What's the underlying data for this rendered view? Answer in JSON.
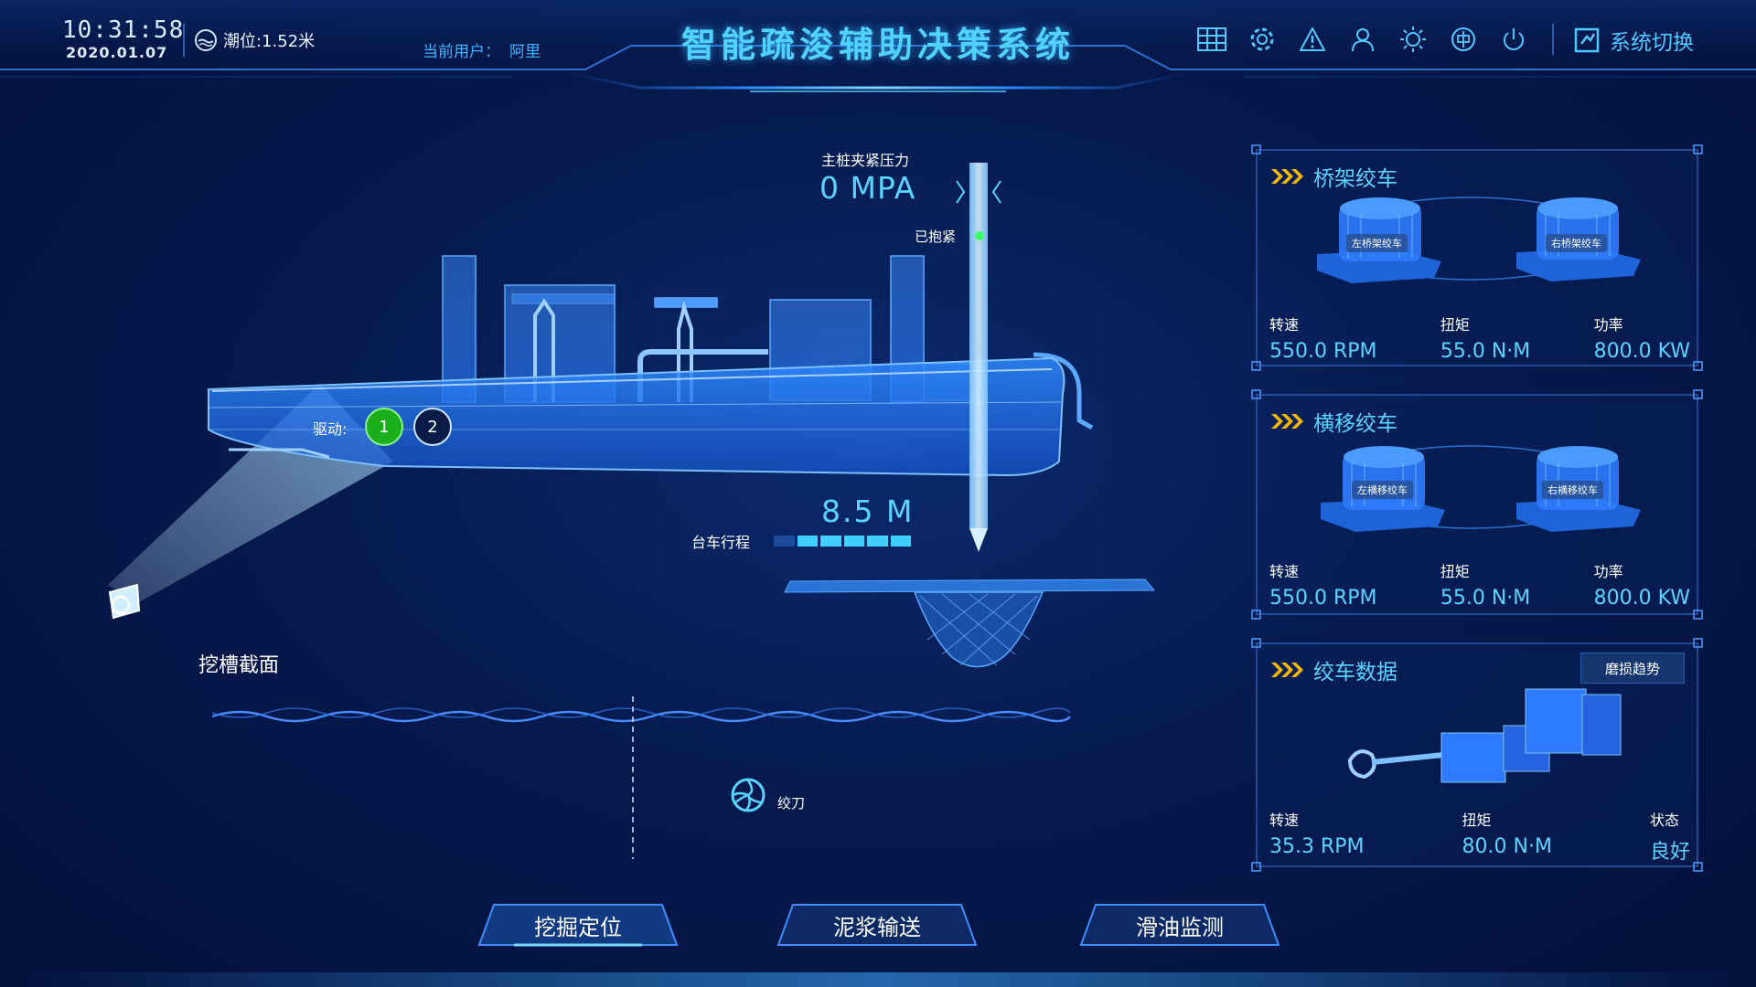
{
  "header": {
    "time": "10:31:58",
    "date": "2020.01.07",
    "tide": "潮位:1.52米",
    "user_label": "当前用户：",
    "user_name": "阿里",
    "title": "智能疏浚辅助决策系统",
    "switch_label": "系统切换"
  },
  "scene": {
    "pile_pressure_label": "主桩夹紧压力",
    "pile_pressure_value": "0 MPA",
    "clamp_status": "已抱紧",
    "drive_label": "驱动:",
    "drive_1": "1",
    "drive_2": "2",
    "trolley_label": "台车行程",
    "trolley_value": "8.5 M",
    "trolley_progress": 0.78,
    "section_title": "挖槽截面",
    "cutter_label": "绞刀"
  },
  "nav": {
    "btn1": "挖掘定位",
    "btn2": "泥浆输送",
    "btn3": "滑油监测"
  },
  "panels": {
    "bridge_winch": {
      "title": "桥架绞车",
      "left_tag": "左桥架绞车",
      "right_tag": "右桥架绞车",
      "speed_label": "转速",
      "speed_value": "550.0 RPM",
      "torque_label": "扭矩",
      "torque_value": "55.0 N·M",
      "power_label": "功率",
      "power_value": "800.0 KW"
    },
    "traverse_winch": {
      "title": "横移绞车",
      "left_tag": "左横移绞车",
      "right_tag": "右横移绞车",
      "speed_label": "转速",
      "speed_value": "550.0 RPM",
      "torque_label": "扭矩",
      "torque_value": "55.0 N·M",
      "power_label": "功率",
      "power_value": "800.0 KW"
    },
    "winch_data": {
      "title": "绞车数据",
      "trend_button": "磨损趋势",
      "speed_label": "转速",
      "speed_value": "35.3 RPM",
      "torque_label": "扭矩",
      "torque_value": "80.0 N·M",
      "status_label": "状态",
      "status_value": "良好"
    }
  },
  "colors": {
    "accent": "#5ad4ff",
    "title": "#4fd2ff",
    "drive_active": "#1bb01b",
    "clamp_ok": "#3cff6a",
    "arrow": "#f5b800"
  },
  "icons": [
    "grid-icon",
    "gear-icon",
    "warning-icon",
    "user-icon",
    "brightness-icon",
    "language-icon",
    "power-icon",
    "switch-icon"
  ]
}
